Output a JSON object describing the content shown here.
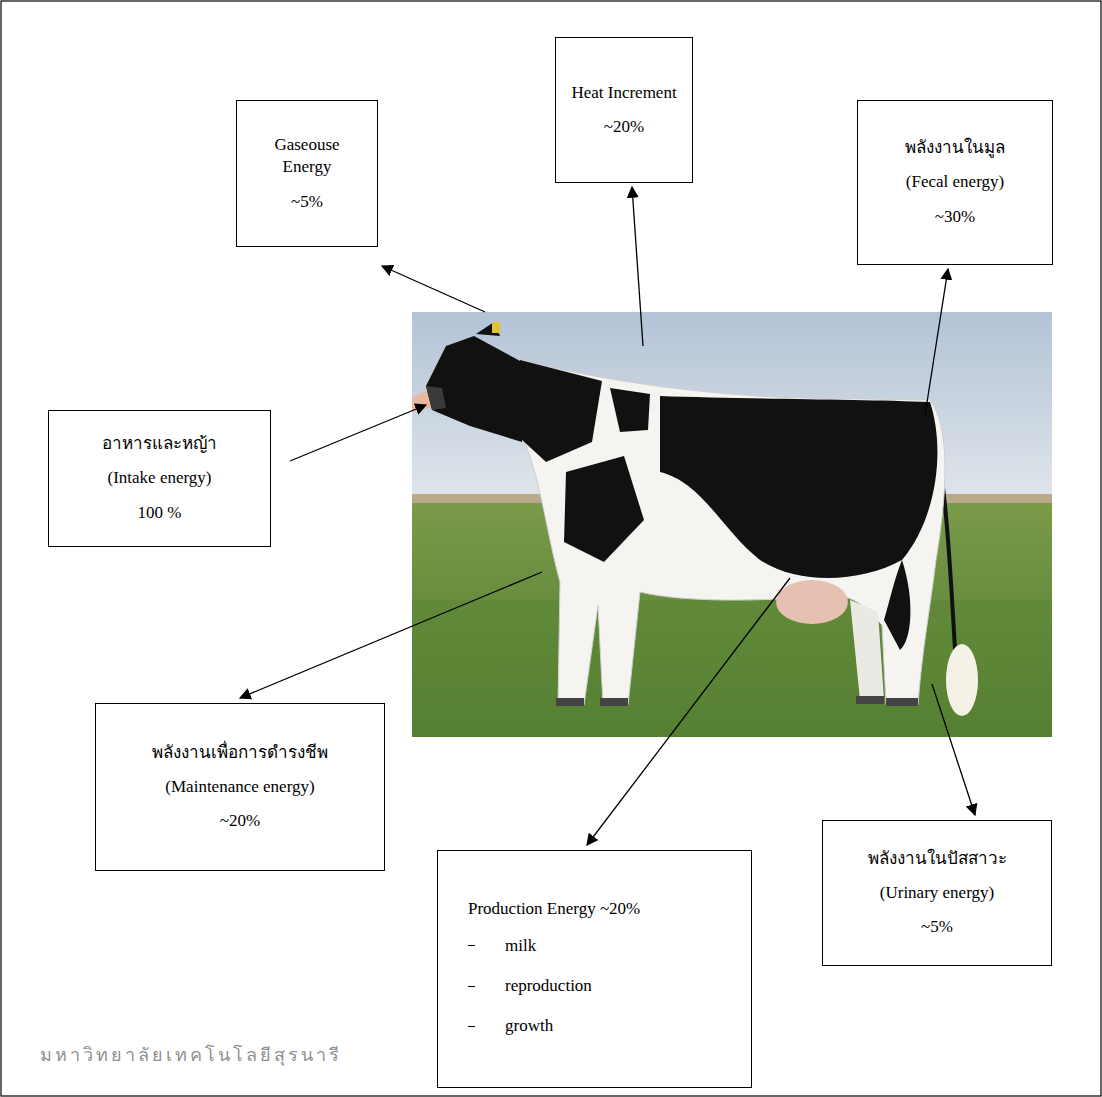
{
  "diagram": {
    "nodes": [
      {
        "text": [
          "Gaseouse Energy",
          "~5%"
        ]
      },
      {
        "text": [
          "Heat Increment",
          "~20%"
        ]
      },
      {
        "text": [
          "พลังงานในมูล",
          "(Fecal energy)",
          "~30%"
        ]
      },
      {
        "text": [
          "อาหารและหญ้า",
          "(Intake energy)",
          "100 %"
        ]
      },
      {
        "text": [
          "พลังงานเพื่อการดำรงชีพ",
          "(Maintenance energy)",
          "~20%"
        ]
      },
      {
        "text": [
          "Production Energy ~20%",
          "milk",
          "reproduction",
          "growth"
        ]
      },
      {
        "text": [
          "พลังงานในปัสสาวะ",
          "(Urinary energy)",
          "~5%"
        ]
      }
    ],
    "labels": [
      "มหาวิทยาลัยเทคโนโลยีสุรนารี"
    ]
  }
}
